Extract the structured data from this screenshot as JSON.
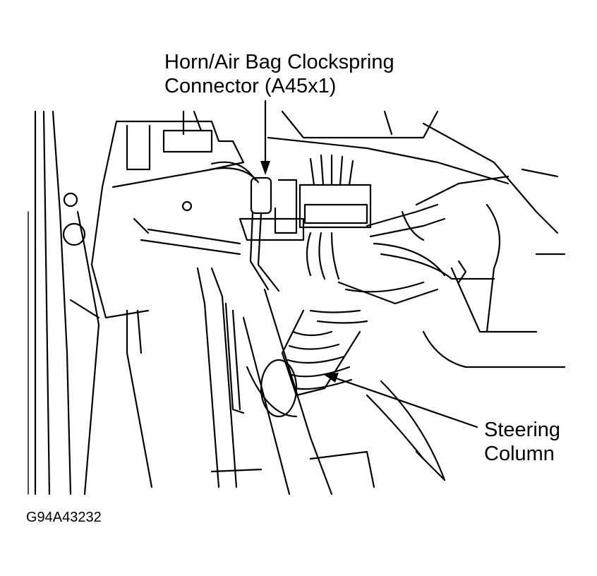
{
  "labels": {
    "connector_line1": "Horn/Air Bag Clockspring",
    "connector_line2": "Connector (A45x1)",
    "steering_line1": "Steering",
    "steering_line2": "Column"
  },
  "figure_id": "G94A43232"
}
